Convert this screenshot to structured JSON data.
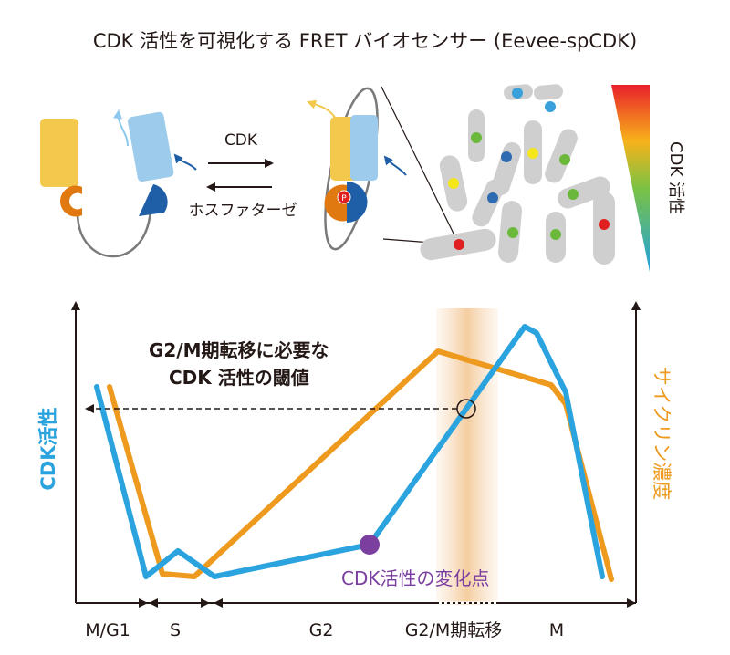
{
  "title": "CDK 活性を可視化する FRET バイオセンサー (Eevee-spCDK)",
  "top_panel": {
    "forward_label": "CDK",
    "reverse_label": "ホスファターゼ",
    "phospho_label": "P",
    "gradient_label": "CDK 活性",
    "colors": {
      "yellow_domain": "#F2C94C",
      "blue_domain": "#9CCBEB",
      "orange_binder": "#E07A10",
      "navy_binder": "#1F5FA8",
      "cell_gray": "#CFCFCF",
      "dot_red": "#E02020",
      "dot_green": "#6BB83A",
      "dot_yellow": "#F5E61A",
      "dot_blue": "#3AA0DC",
      "dot_navy": "#2F6BB0"
    }
  },
  "graph": {
    "left_axis_label": "CDK活性",
    "right_axis_label": "サイクリン濃度",
    "threshold_label_line1": "G2/M期転移に必要な",
    "threshold_label_line2": "CDK 活性の閾値",
    "change_point_label": "CDK活性の変化点",
    "phases": [
      "M/G1",
      "S",
      "G2",
      "G2/M期転移",
      "M"
    ],
    "colors": {
      "cdk_line": "#2BA3DE",
      "cyclin_line": "#EE9A1E",
      "change_point": "#7B3FA0",
      "transition_band": "#F6D4AE"
    }
  }
}
